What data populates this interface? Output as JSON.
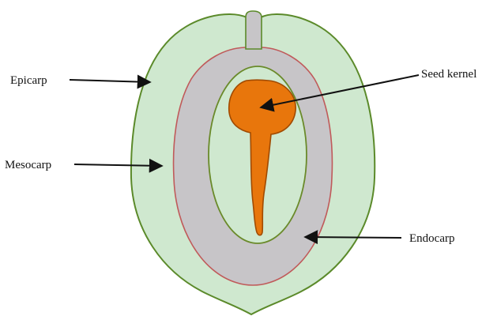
{
  "labels": {
    "epicarp": "Epicarp",
    "mesocarp": "Mesocarp",
    "seed_kernel": "Seed kernel",
    "endocarp": "Endocarp"
  },
  "colors": {
    "epicarp_fill": "#cfe8cf",
    "epicarp_stroke": "#5b8a2a",
    "endocarp_fill": "#c7c5c8",
    "endocarp_stroke": "#c05a5a",
    "inner_fill": "#cfe8cf",
    "inner_stroke": "#6a8a2a",
    "kernel_fill": "#e8760c",
    "kernel_stroke": "#a14a00",
    "arrow": "#111111",
    "text": "#111111"
  }
}
